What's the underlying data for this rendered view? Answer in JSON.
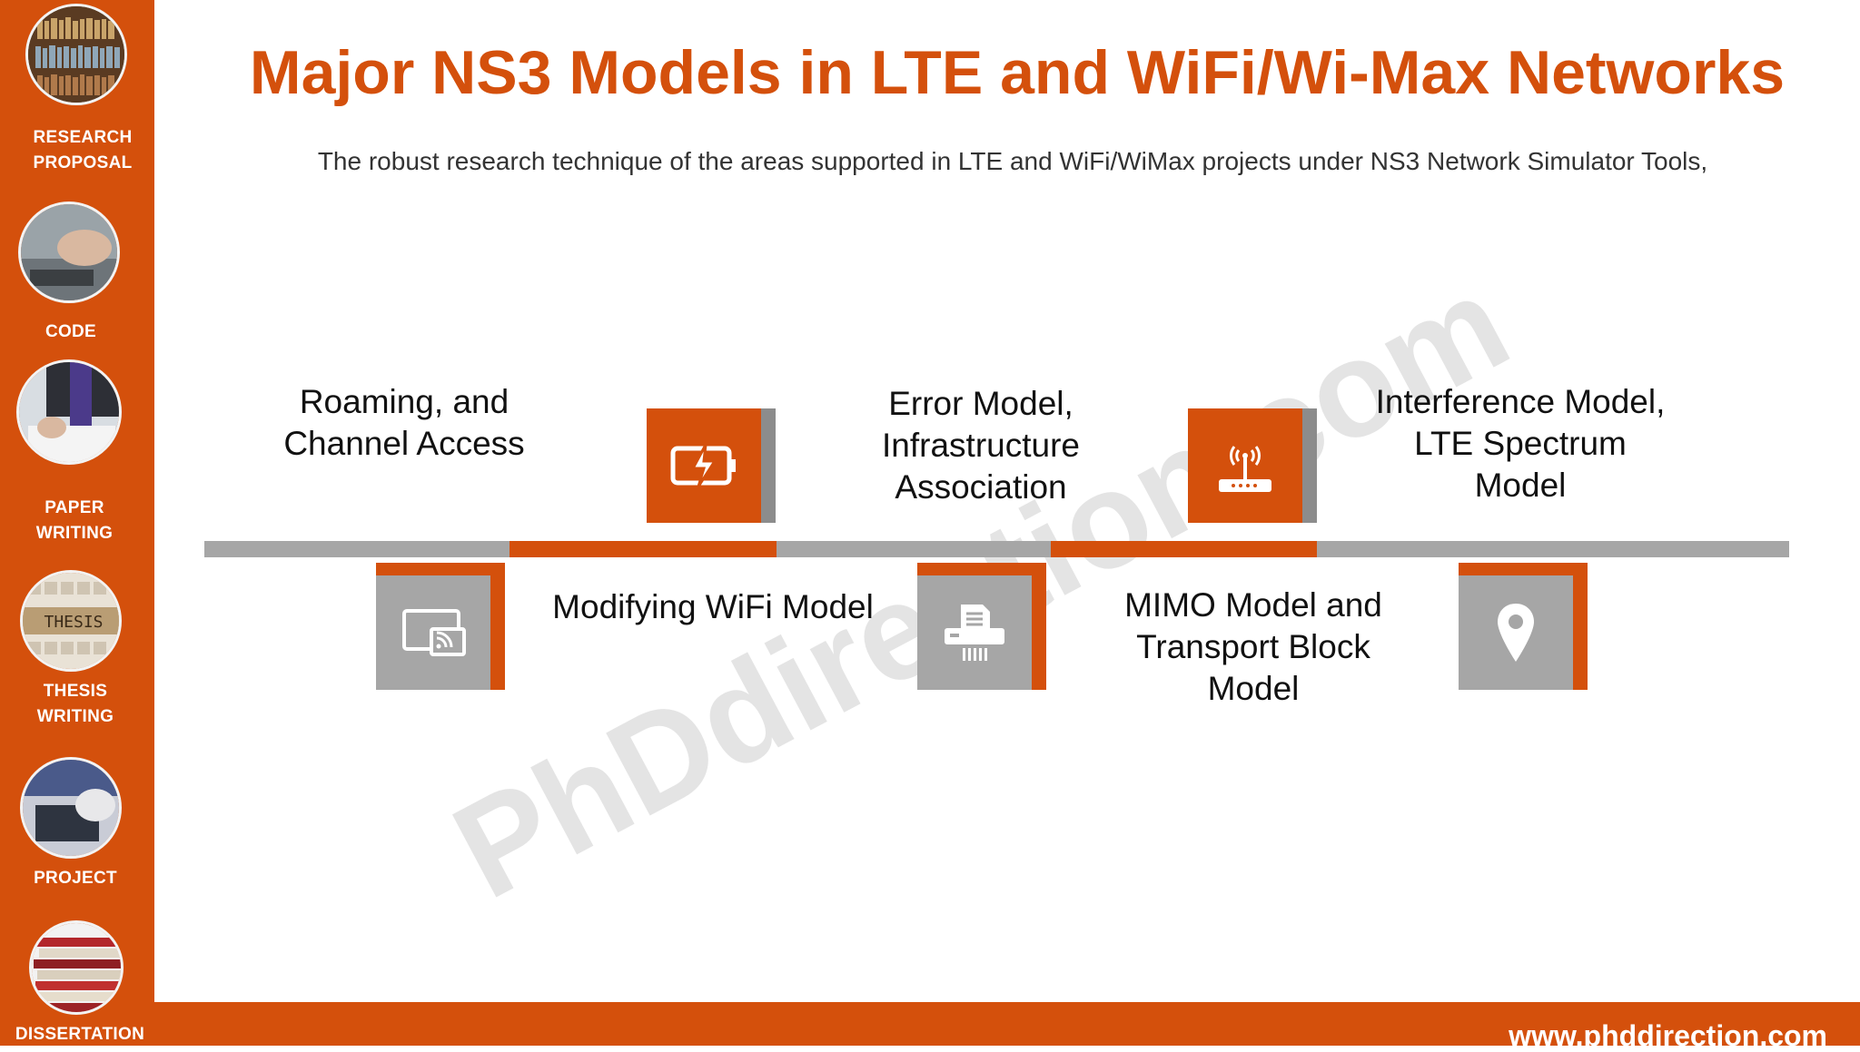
{
  "sidebar": {
    "items": [
      {
        "label_line1": "RESEARCH",
        "label_line2": "PROPOSAL",
        "icon": "bookshelf-photo"
      },
      {
        "label_line1": "CODE",
        "label_line2": "",
        "icon": "typing-photo"
      },
      {
        "label_line1": "PAPER",
        "label_line2": "WRITING",
        "icon": "writing-photo"
      },
      {
        "label_line1": "THESIS",
        "label_line2": "WRITING",
        "icon": "thesis-tiles-photo"
      },
      {
        "label_line1": "PROJECT",
        "label_line2": "",
        "icon": "laptop-photo"
      },
      {
        "label_line1": "DISSERTATION",
        "label_line2": "",
        "icon": "book-stack-photo"
      }
    ]
  },
  "header": {
    "title": "Major NS3 Models in LTE and WiFi/Wi-Max Networks",
    "subtitle": "The robust research technique of the areas supported in LTE and WiFi/WiMax projects under NS3 Network Simulator Tools,"
  },
  "watermark": "PhDdirection.com",
  "timeline": {
    "top_items": [
      {
        "lines": [
          "Roaming, and",
          "Channel Access"
        ],
        "icon": "battery-charging-icon"
      },
      {
        "lines": [
          "Error Model,",
          "Infrastructure",
          "Association"
        ],
        "icon": "wifi-router-icon"
      },
      {
        "lines": [
          "Interference Model,",
          "LTE Spectrum",
          "Model"
        ],
        "icon": ""
      }
    ],
    "bottom_items": [
      {
        "lines": [
          "Modifying WiFi Model"
        ],
        "icon": "cast-screen-icon"
      },
      {
        "lines": [
          "MIMO Model and",
          "Transport Block",
          "Model"
        ],
        "icon": "shredder-icon"
      },
      {
        "lines": [],
        "icon": "location-pin-icon"
      }
    ]
  },
  "colors": {
    "accent": "#d4500c",
    "gray": "#a6a6a6",
    "dark_gray": "#8a8a8a"
  },
  "footer": {
    "url": "www.phddirection.com"
  }
}
